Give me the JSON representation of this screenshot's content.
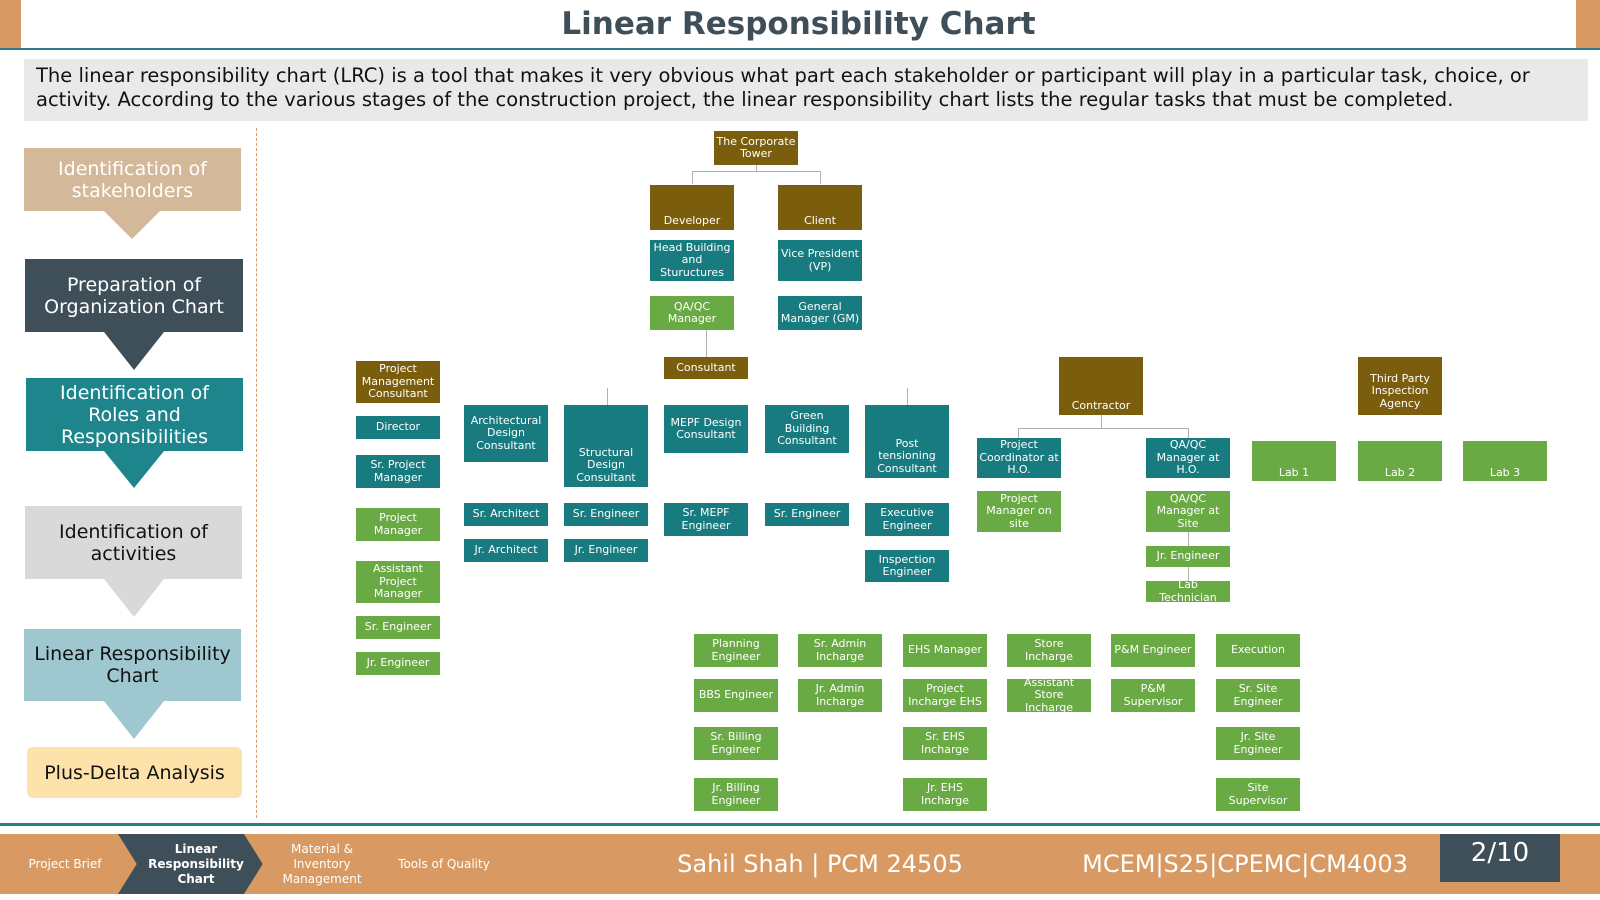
{
  "header": {
    "title": "Linear Responsibility Chart"
  },
  "intro": {
    "text": "The linear responsibility chart (LRC) is a tool that makes it very obvious what part each stakeholder or participant will play in a particular task, choice, or activity. According to the various stages of the construction project, the linear responsibility chart lists the regular tasks that must be completed."
  },
  "process_steps": [
    {
      "label": "Identification of stakeholders",
      "color": "#d3b899",
      "text_color": "#ffffff"
    },
    {
      "label": "Preparation of Organization Chart",
      "color": "#3e4f5a",
      "text_color": "#ffffff"
    },
    {
      "label": "Identification of Roles and Responsibilities",
      "color": "#1d858b",
      "text_color": "#ffffff"
    },
    {
      "label": "Identification of activities",
      "color": "#d9d9d9",
      "text_color": "#111111"
    },
    {
      "label": "Linear Responsibility Chart",
      "color": "#9fc7d0",
      "text_color": "#111111"
    },
    {
      "label": "Plus-Delta Analysis",
      "color": "#fde2a9",
      "text_color": "#111111"
    }
  ],
  "org_chart": {
    "root": "The Corporate Tower",
    "developer": [
      "Developer",
      "Head Building and Stuructures",
      "QA/QC Manager"
    ],
    "client": [
      "Client",
      "Vice President (VP)",
      "General Manager (GM)"
    ],
    "pmc": [
      "Project Management Consultant",
      "Director",
      "Sr. Project Manager",
      "Project Manager",
      "Assistant Project Manager",
      "Sr. Engineer",
      "Jr. Engineer"
    ],
    "consultant": "Consultant",
    "architectural": [
      "Architectural Design Consultant",
      "Sr. Architect",
      "Jr. Architect"
    ],
    "structural": [
      "Structural Design Consultant",
      "Sr. Engineer",
      "Jr. Engineer"
    ],
    "mepf": [
      "MEPF Design Consultant",
      "Sr. MEPF Engineer"
    ],
    "green_building": [
      "Green Building Consultant",
      "Sr. Engineer"
    ],
    "post_tensioning": [
      "Post tensioning Consultant",
      "Executive Engineer",
      "Inspection Engineer"
    ],
    "contractor": "Contractor",
    "project_coordinator": [
      "Project Coordinator at H.O.",
      "Project Manager on site"
    ],
    "qaqc_ho": [
      "QA/QC Manager at H.O.",
      "QA/QC Manager at Site",
      "Jr. Engineer",
      "Lab Technician"
    ],
    "third_party": "Third Party Inspection Agency",
    "labs": [
      "Lab 1",
      "Lab 2",
      "Lab 3"
    ],
    "site_columns": [
      [
        "Planning Engineer",
        "BBS Engineer",
        "Sr. Billing Engineer",
        "Jr. Billing Engineer"
      ],
      [
        "Sr. Admin Incharge",
        "Jr. Admin Incharge"
      ],
      [
        "EHS Manager",
        "Project Incharge EHS",
        "Sr. EHS Incharge",
        "Jr. EHS Incharge"
      ],
      [
        "Store Incharge",
        "Assistant Store Incharge"
      ],
      [
        "P&M Engineer",
        "P&M Supervisor"
      ],
      [
        "Execution",
        "Sr. Site Engineer",
        "Jr. Site Engineer",
        "Site Supervisor"
      ]
    ]
  },
  "footer": {
    "tabs": [
      "Project Brief",
      "Linear Responsibility Chart",
      "Material & Inventory Management",
      "Tools of Quality"
    ],
    "author": "Sahil Shah | PCM 24505",
    "course": "MCEM|S25|CPEMC|CM4003",
    "page": "2/10"
  },
  "colors": {
    "accent_orange": "#d89a62",
    "slate": "#3e4f5a",
    "teal": "#177b80",
    "gold": "#7a5d0d",
    "green": "#6aaa45",
    "active_tab": "#3e4f5a"
  }
}
